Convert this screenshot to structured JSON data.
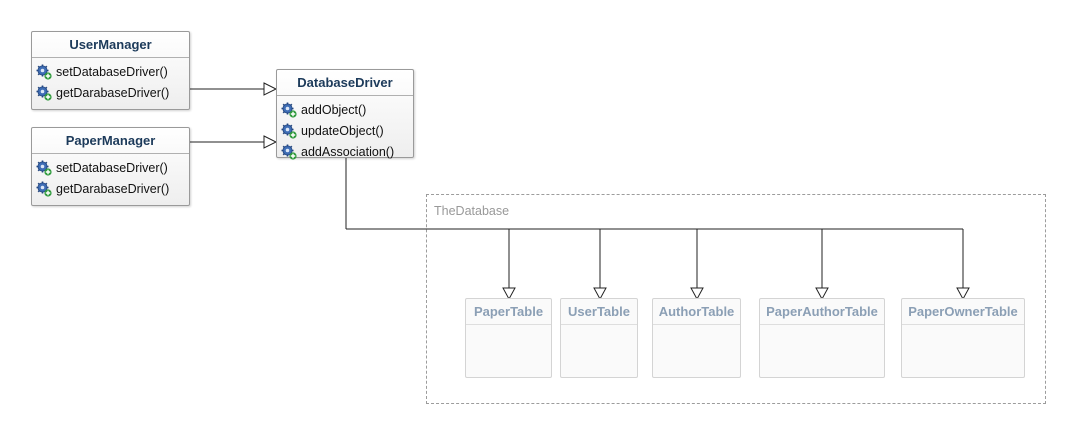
{
  "classes": {
    "user_manager": {
      "name": "UserManager",
      "ops": [
        "setDatabaseDriver()",
        "getDarabaseDriver()"
      ]
    },
    "paper_manager": {
      "name": "PaperManager",
      "ops": [
        "setDatabaseDriver()",
        "getDarabaseDriver()"
      ]
    },
    "database_driver": {
      "name": "DatabaseDriver",
      "ops": [
        "addObject()",
        "updateObject()",
        "addAssociation()"
      ]
    }
  },
  "package": {
    "name": "TheDatabase",
    "tables": [
      "PaperTable",
      "UserTable",
      "AuthorTable",
      "PaperAuthorTable",
      "PaperOwnerTable"
    ]
  },
  "icons": {
    "operation": "gear-plus-icon"
  },
  "colors": {
    "class_title": "#1c3a5a",
    "faded_title": "#8b9fb5",
    "package_border": "#9c9c9c"
  }
}
